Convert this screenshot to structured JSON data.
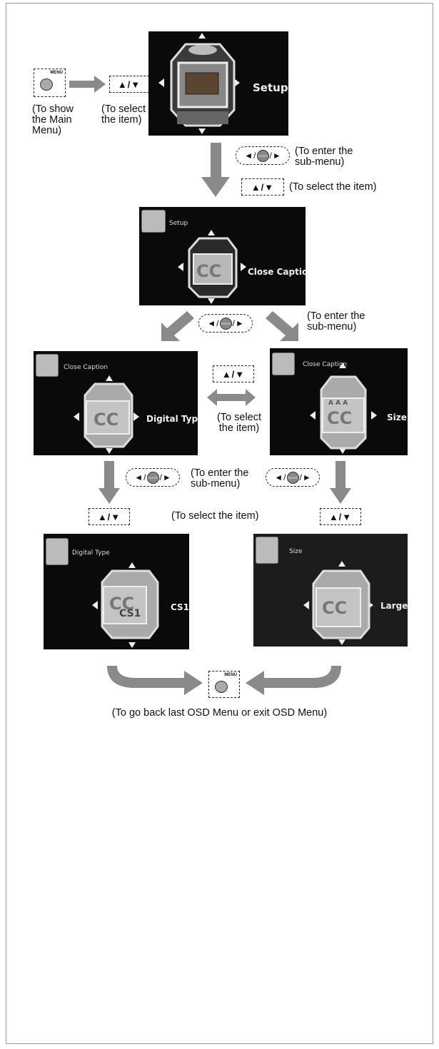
{
  "notes": {
    "show_main": "(To show\nthe Main\nMenu)",
    "select_item_top": "(To select\nthe item)",
    "enter_sub_1": "(To enter the\nsub-menu)",
    "select_item_1": "(To select the item)",
    "enter_sub_2": "(To enter the\nsub-menu)",
    "select_item_mid": "(To select\nthe item)",
    "enter_sub_3": "(To enter the\nsub-menu)",
    "select_item_low": "(To select the item)",
    "go_back": "(To go back last OSD Menu or exit OSD Menu)"
  },
  "keys": {
    "menu": "MENU",
    "enter": "ENTER",
    "updown": "▲/▼",
    "left": "◄",
    "right": "►",
    "slash": "/"
  },
  "screens": {
    "setup": {
      "label": "Setup"
    },
    "close_caption": {
      "parent": "Setup",
      "label": "Close Caption",
      "cube_text": "CC"
    },
    "digital_type": {
      "parent": "Close Caption",
      "label": "Digital Type",
      "cube_text": "CC"
    },
    "size": {
      "parent": "Close Caption",
      "label": "Size",
      "cube_text": "CC",
      "cube_sub": "A A A"
    },
    "digital_type_value": {
      "parent": "Digital Type",
      "label": "CS1",
      "cube_text": "CC",
      "cube_sub": "CS1"
    },
    "size_value": {
      "parent": "Size",
      "label": "Large",
      "cube_text": "CC"
    }
  },
  "colors": {
    "arrow": "#8a8a8a",
    "screen_bg": "#0a0a0a",
    "cube": "#bdbdbd"
  }
}
